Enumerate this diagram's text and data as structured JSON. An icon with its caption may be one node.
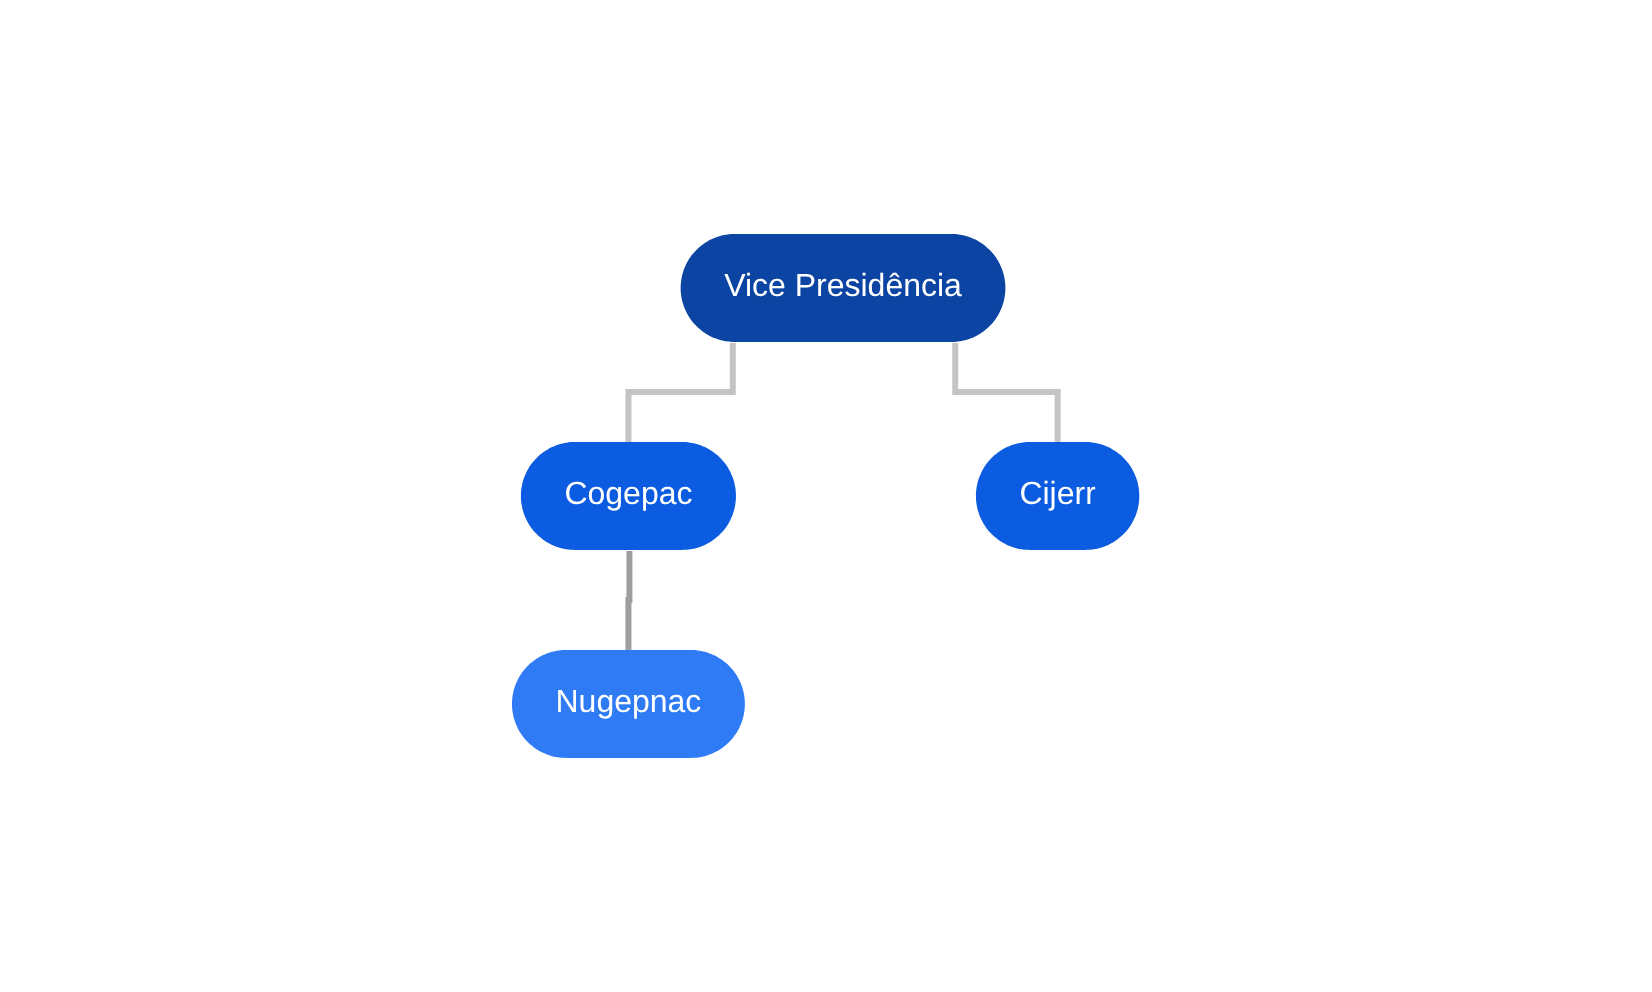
{
  "diagram": {
    "nodes": [
      {
        "text": [
          "Vice Presidência"
        ]
      },
      {
        "text": [
          "Cogepac"
        ]
      },
      {
        "text": [
          "Cijerr"
        ]
      },
      {
        "text": [
          "Nugepnac"
        ]
      }
    ],
    "edges": [
      {
        "from": 0,
        "to": 1,
        "arrow": "none"
      },
      {
        "from": 0,
        "to": 2,
        "arrow": "none"
      },
      {
        "from": 1,
        "to": 3,
        "arrow": "none",
        "color": "#9e9e9e"
      }
    ]
  }
}
